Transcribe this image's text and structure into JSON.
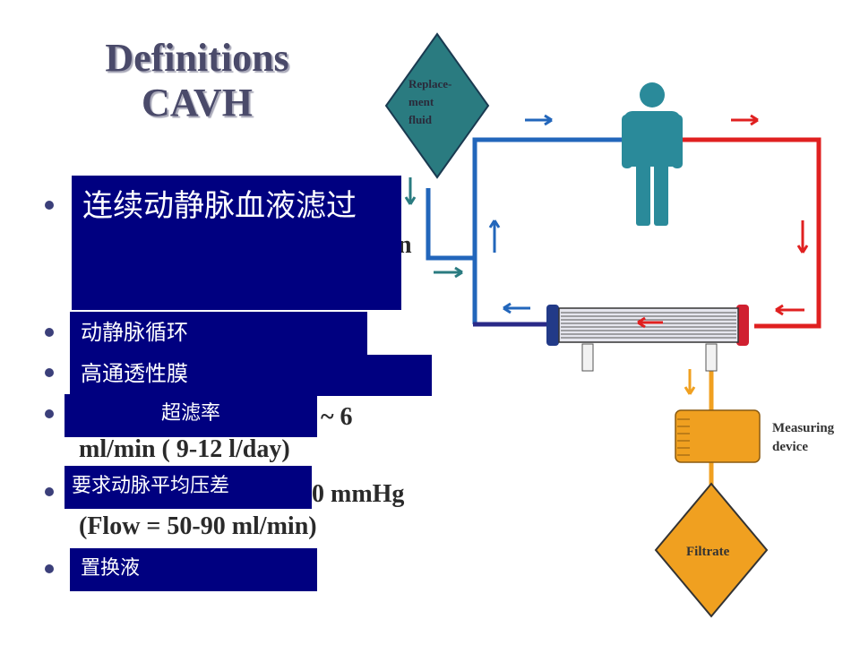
{
  "slide": {
    "title_line1": "Definitions",
    "title_line2": "CAVH",
    "box_main": "连续动静脉血液滤过",
    "box_circuit": "动静脉循环",
    "box_membrane": "高通透性膜",
    "box_uf": "超滤率",
    "box_pressure": "要求动脉平均压差",
    "box_replace": "置换液",
    "partial_n": "n",
    "uf_tail": "~ 6",
    "uf_rate": "ml/min ( 9-12 l/day)",
    "pressure_tail": "0 mmHg",
    "flow": "(Flow = 50-90 ml/min)"
  },
  "diagram": {
    "replacement_line1": "Replace-",
    "replacement_line2": "ment",
    "replacement_line3": "fluid",
    "measuring_line1": "Measuring",
    "measuring_line2": "device",
    "filtrate": "Filtrate"
  },
  "colors": {
    "box_bg": "#000080",
    "venous_blue": "#2266bb",
    "arterial_red": "#e02020",
    "teal": "#2a7b80",
    "orange": "#f0a020",
    "person": "#2a8a9a"
  }
}
